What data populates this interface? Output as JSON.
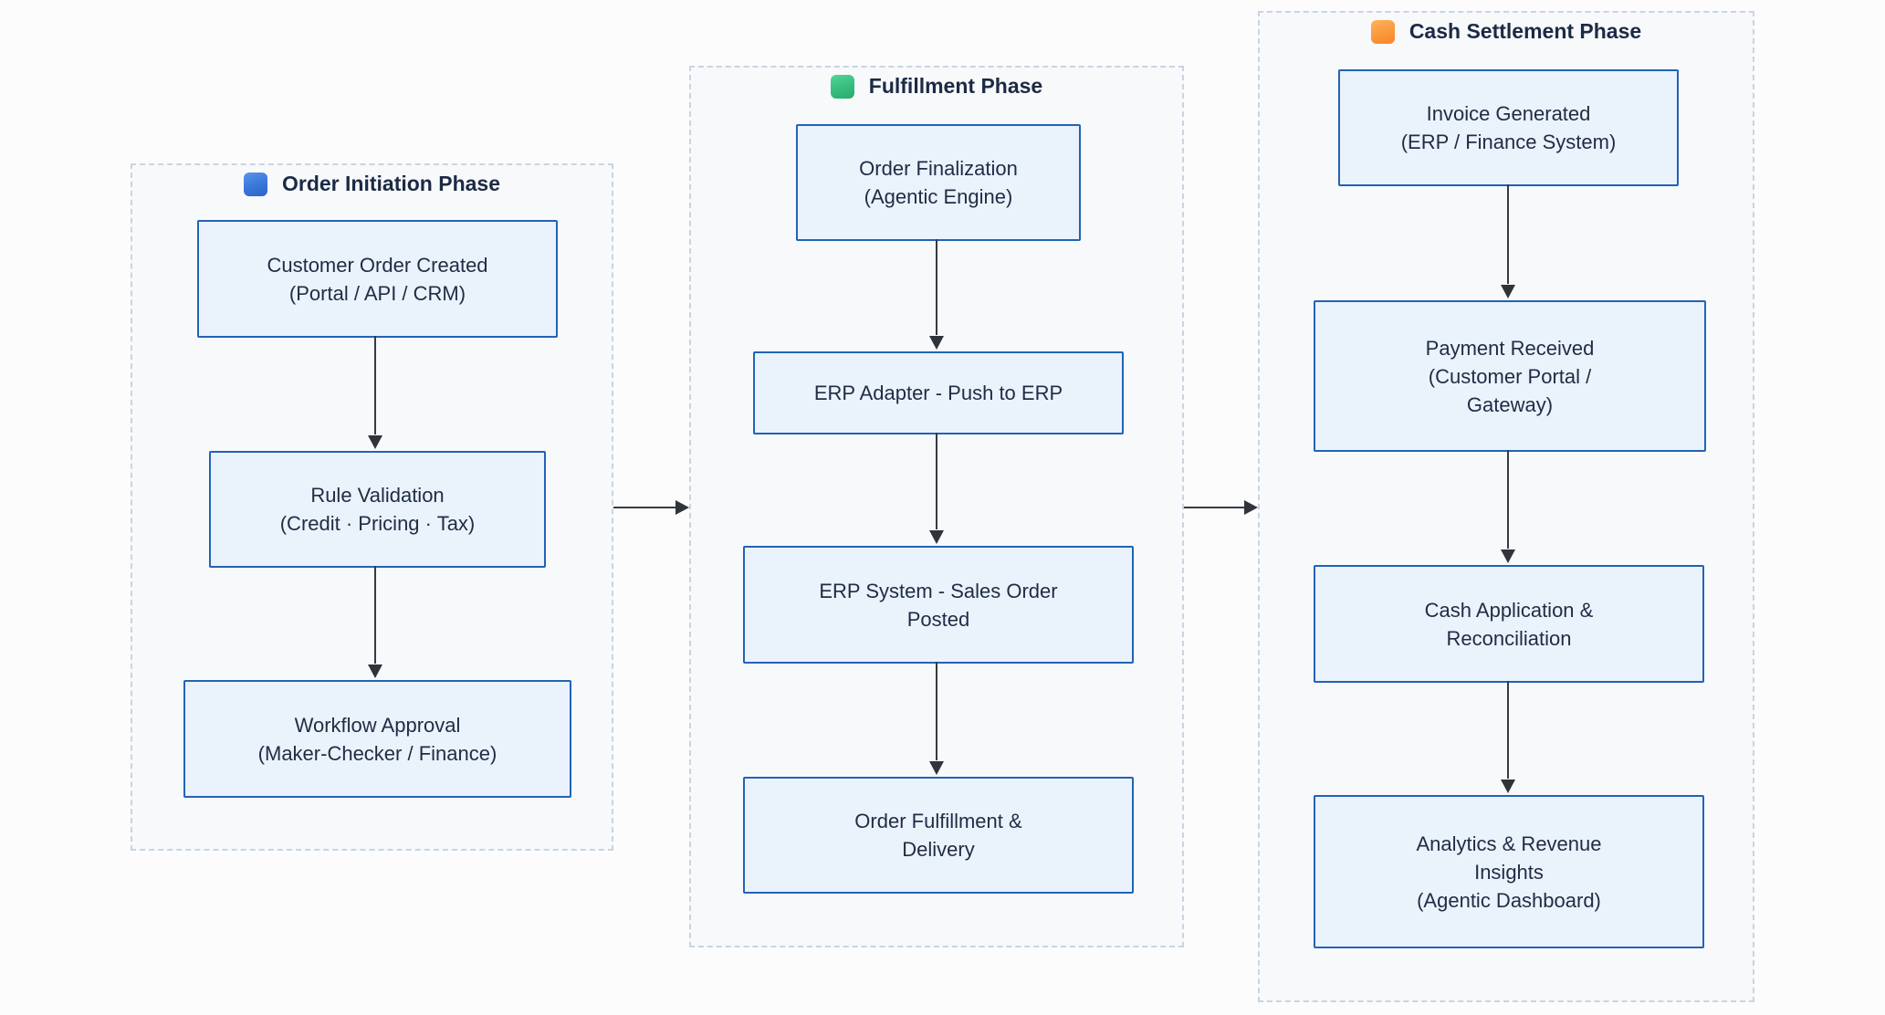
{
  "diagram": {
    "type": "flowchart",
    "phases": [
      {
        "title": "Order Initiation Phase",
        "icon": "blue-square-icon",
        "icon_color": "#3b78dc",
        "nodes": [
          {
            "label": "Customer Order Created\n(Portal / API / CRM)"
          },
          {
            "label": "Rule Validation\n(Credit · Pricing · Tax)"
          },
          {
            "label": "Workflow Approval\n(Maker-Checker / Finance)"
          }
        ]
      },
      {
        "title": "Fulfillment Phase",
        "icon": "green-square-icon",
        "icon_color": "#38bf80",
        "nodes": [
          {
            "label": "Order Finalization\n(Agentic Engine)"
          },
          {
            "label": "ERP Adapter - Push to ERP"
          },
          {
            "label": "ERP System - Sales Order\nPosted"
          },
          {
            "label": "Order Fulfillment &\nDelivery"
          }
        ]
      },
      {
        "title": "Cash Settlement Phase",
        "icon": "orange-square-icon",
        "icon_color": "#fb9a3e",
        "nodes": [
          {
            "label": "Invoice Generated\n(ERP / Finance System)"
          },
          {
            "label": "Payment Received\n(Customer Portal /\nGateway)"
          },
          {
            "label": "Cash Application &\nReconciliation"
          },
          {
            "label": "Analytics & Revenue\nInsights\n(Agentic Dashboard)"
          }
        ]
      }
    ],
    "flow": [
      "Order Initiation Phase -> Fulfillment Phase",
      "Fulfillment Phase -> Cash Settlement Phase"
    ],
    "colors": {
      "node_fill": "#eaf3fc",
      "node_border": "#2263b6",
      "node_text": "#1f2c44",
      "container_fill": "#f7f9fb",
      "container_border": "#c9d4e1",
      "arrow": "#363b42"
    }
  }
}
